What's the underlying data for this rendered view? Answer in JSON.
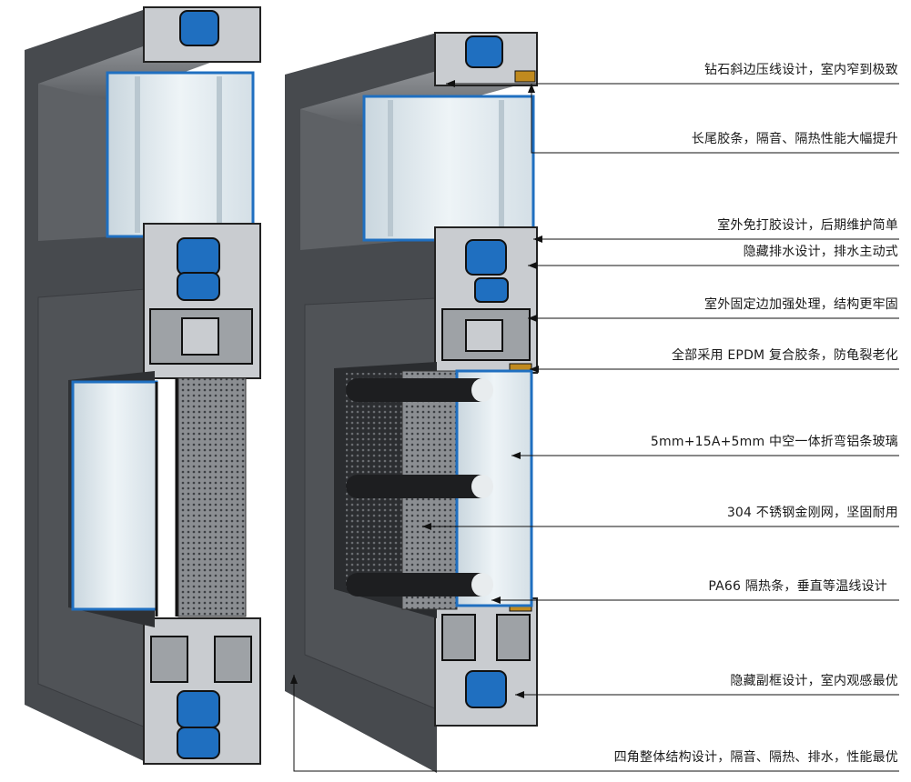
{
  "callouts": [
    {
      "id": "c1",
      "text": "钻石斜边压线设计，室内窄到极致"
    },
    {
      "id": "c2",
      "text": "长尾胶条，隔音、隔热性能大幅提升"
    },
    {
      "id": "c3",
      "text": "室外免打胶设计，后期维护简单"
    },
    {
      "id": "c4",
      "text": "隐藏排水设计，排水主动式"
    },
    {
      "id": "c5",
      "text": "室外固定边加强处理，结构更牢固"
    },
    {
      "id": "c6",
      "text": "全部采用 EPDM 复合胶条，防龟裂老化"
    },
    {
      "id": "c7",
      "text": "5mm+15A+5mm 中空一体折弯铝条玻璃"
    },
    {
      "id": "c8",
      "text": "304 不锈钢金刚网，坚固耐用"
    },
    {
      "id": "c9",
      "text": "PA66 隔热条，垂直等温线设计"
    },
    {
      "id": "c10",
      "text": "隐藏副框设计，室内观感最优"
    },
    {
      "id": "c11",
      "text": "四角整体结构设计，隔音、隔热、排水，性能最优"
    }
  ],
  "colors": {
    "frame_dark": "#474a4e",
    "frame_mid": "#5a5d61",
    "aluminum": "#c9ccd0",
    "thermal_break_blue": "#1f6fc0",
    "gasket_black": "#141414",
    "glass": "#dfe9ef",
    "mesh": "#6b6e72",
    "line": "#111111"
  }
}
